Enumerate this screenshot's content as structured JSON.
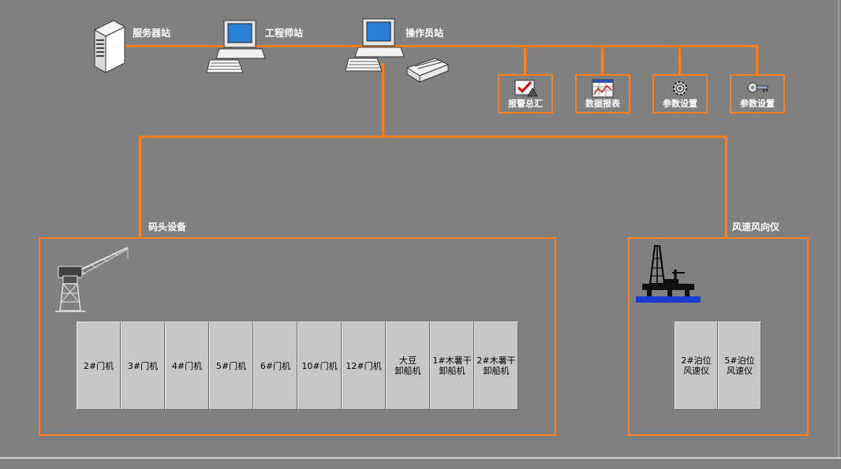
{
  "stations": {
    "server": {
      "label": "服务器站"
    },
    "engineer": {
      "label": "工程师站"
    },
    "operator": {
      "label": "操作员站"
    }
  },
  "functions": [
    {
      "label": "报警总汇",
      "icon": "alarm-summary-icon"
    },
    {
      "label": "数据报表",
      "icon": "data-report-icon"
    },
    {
      "label": "参数设置",
      "icon": "gear-icon"
    },
    {
      "label": "参数设置",
      "icon": "key-icon"
    }
  ],
  "groups": {
    "dock": {
      "label": "码头设备",
      "icon": "crane-icon",
      "devices": [
        "2#门机",
        "3#门机",
        "4#门机",
        "5#门机",
        "6#门机",
        "10#门机",
        "12#门机",
        "大豆\n卸船机",
        "1#木薯干\n卸船机",
        "2#木薯干\n卸船机"
      ]
    },
    "wind": {
      "label": "风速风向仪",
      "icon": "offshore-rig-icon",
      "devices": [
        "2#泊位\n风速仪",
        "5#泊位\n风速仪"
      ]
    }
  },
  "colors": {
    "line": "#ff7f1f",
    "background": "#808080",
    "panel": "#c6c6c6"
  }
}
